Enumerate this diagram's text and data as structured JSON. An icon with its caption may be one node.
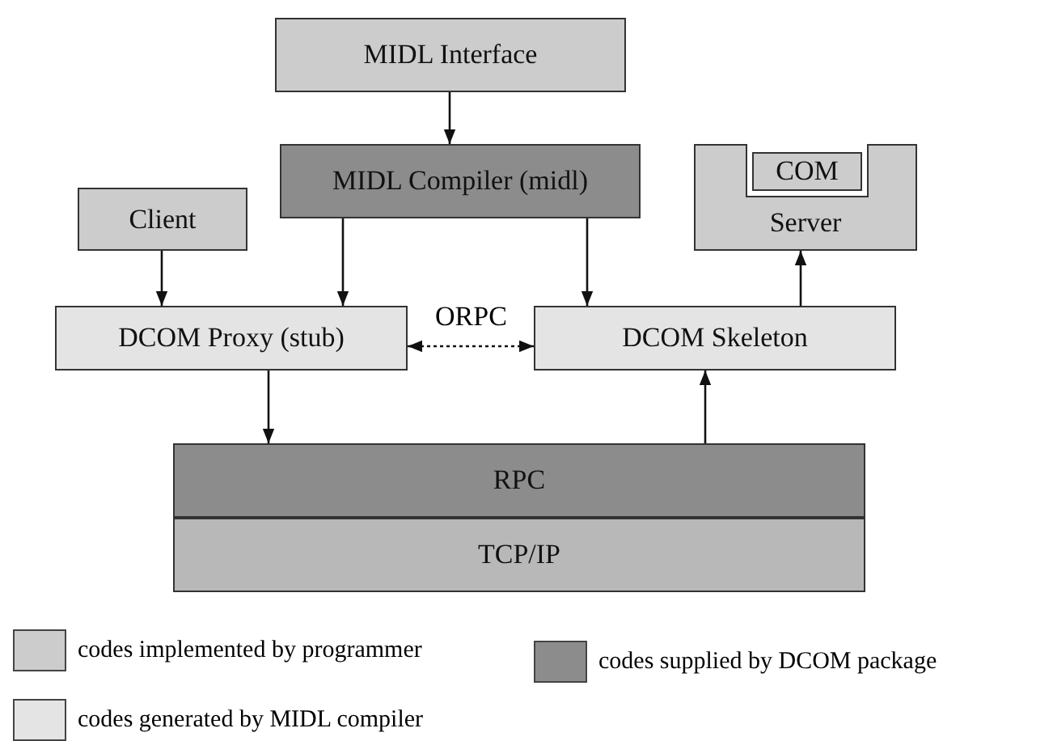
{
  "diagram": {
    "nodes": [
      {
        "text": [
          "MIDL Interface"
        ]
      },
      {
        "text": [
          "MIDL Compiler (midl)"
        ]
      },
      {
        "text": [
          "Client"
        ]
      },
      {
        "text": [
          "Server"
        ]
      },
      {
        "text": [
          "COM"
        ],
        "in": 3
      },
      {
        "text": [
          "DCOM Proxy (stub)"
        ]
      },
      {
        "text": [
          "DCOM Skeleton"
        ]
      },
      {
        "text": [
          "RPC"
        ]
      },
      {
        "text": [
          "TCP/IP"
        ]
      }
    ],
    "edges": [
      {
        "from": 0,
        "to": 1,
        "arrow": "to"
      },
      {
        "from": 2,
        "to": 5,
        "arrow": "to"
      },
      {
        "from": 1,
        "to": 5,
        "arrow": "to"
      },
      {
        "from": 1,
        "to": 6,
        "arrow": "to"
      },
      {
        "from": 6,
        "to": 3,
        "arrow": "to"
      },
      {
        "from": 5,
        "to": 6,
        "arrow": "both",
        "label": "ORPC",
        "style": "dashed"
      },
      {
        "from": 5,
        "to": 7,
        "arrow": "to"
      },
      {
        "from": 7,
        "to": 6,
        "arrow": "to"
      }
    ],
    "legend": [
      {
        "text": "codes implemented by programmer",
        "color": "#cccccc"
      },
      {
        "text": "codes supplied by DCOM package",
        "color": "#8c8c8c"
      },
      {
        "text": "codes generated by MIDL compiler",
        "color": "#e4e4e4"
      }
    ]
  }
}
